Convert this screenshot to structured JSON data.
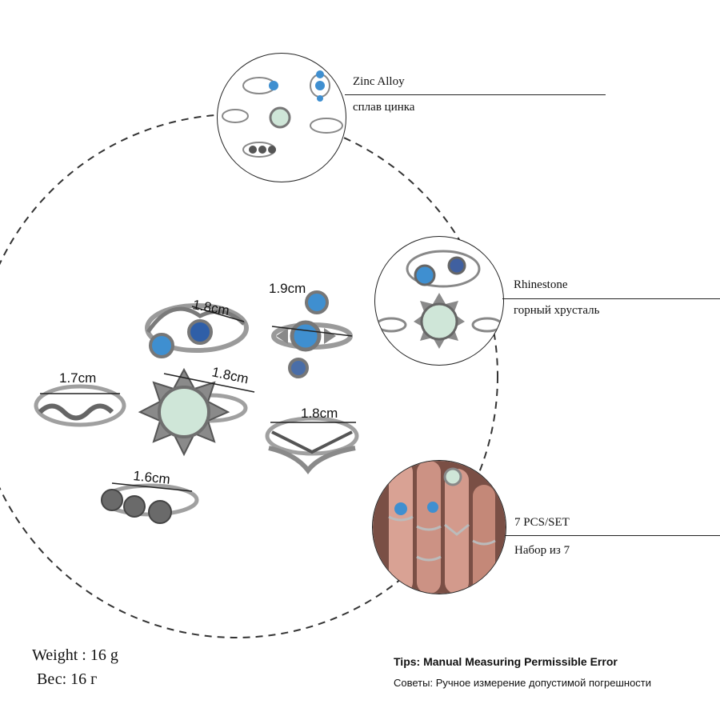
{
  "callouts": {
    "material": {
      "label_en": "Zinc Alloy",
      "label_ru": "сплав цинка"
    },
    "stone": {
      "label_en": "Rhinestone",
      "label_ru": "горный хрусталь"
    },
    "set": {
      "label_en": "7 PCS/SET",
      "label_ru": "Набор из 7"
    }
  },
  "dimensions": {
    "ring_eye": "1.8cm",
    "ring_cross": "1.9cm",
    "ring_swirl": "1.7cm",
    "ring_sun": "1.8cm",
    "ring_chevron": "1.8cm",
    "ring_flowers": "1.6cm"
  },
  "weight": {
    "en": "Weight : 16 g",
    "ru": "Вес: 16 г"
  },
  "tips": {
    "title": "Tips: Manual Measuring Permissible Error",
    "subtitle": "Советы: Ручное измерение допустимой погрешности"
  },
  "colors": {
    "silver": "#b9b9b9",
    "silver_dark": "#6f6f6f",
    "stone_blue": "#3f8fd0",
    "stone_moon": "#cfe6d8",
    "skin": "#c98f80"
  }
}
